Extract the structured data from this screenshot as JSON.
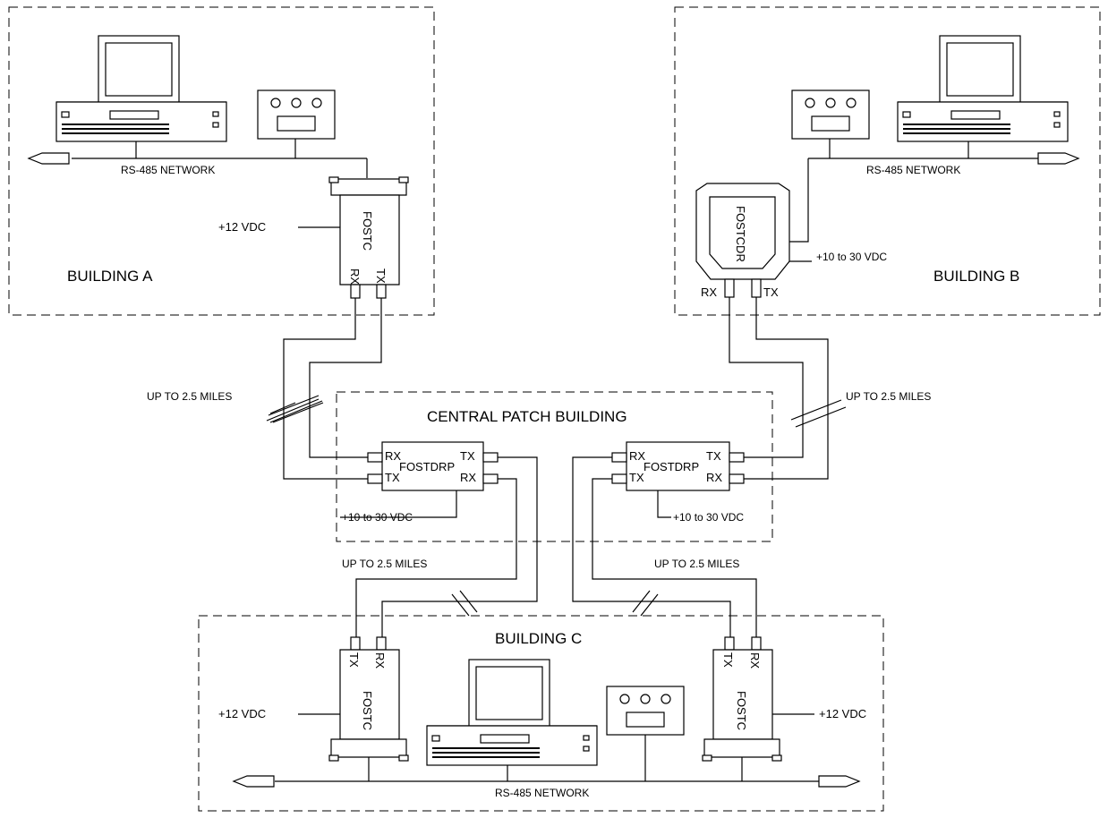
{
  "buildings": {
    "a": "BUILDING A",
    "b": "BUILDING B",
    "c": "BUILDING C",
    "central": "CENTRAL PATCH BUILDING"
  },
  "network": {
    "label": "RS-485 NETWORK"
  },
  "devices": {
    "fostc": "FOSTC",
    "fostcdr": "FOSTCDR",
    "fostdrp": "FOSTDRP"
  },
  "ports": {
    "rx": "RX",
    "tx": "TX"
  },
  "power": {
    "v12": "+12 VDC",
    "v10_30": "+10 to 30 VDC"
  },
  "distance": {
    "label": "UP TO 2.5 MILES"
  },
  "icons": [
    "computer-icon",
    "control-panel-icon",
    "network-arrow-icon"
  ]
}
